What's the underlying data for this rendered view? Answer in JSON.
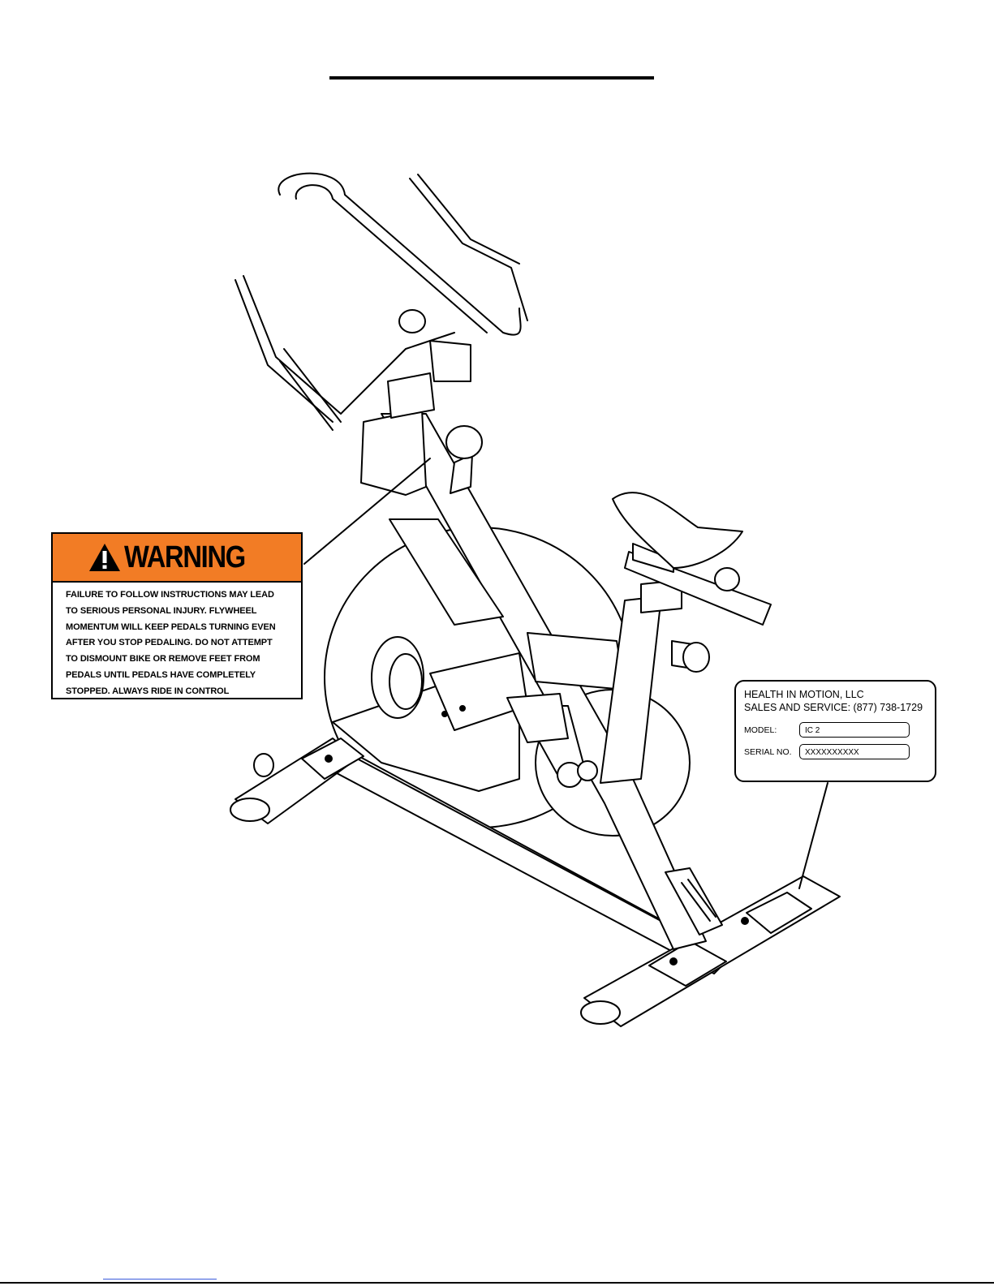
{
  "colors": {
    "warning_accent": "#f27c25",
    "link": "#3b5bdb"
  },
  "warning_label": {
    "icon": "warning-triangle-icon",
    "heading": "WARNING",
    "lines": [
      "FAILURE TO FOLLOW INSTRUCTIONS MAY LEAD",
      "TO SERIOUS PERSONAL INJURY. FLYWHEEL",
      "MOMENTUM WILL KEEP PEDALS TURNING EVEN",
      "AFTER YOU STOP PEDALING. DO NOT ATTEMPT",
      "TO DISMOUNT BIKE OR REMOVE FEET FROM",
      "PEDALS UNTIL PEDALS HAVE COMPLETELY",
      "STOPPED. ALWAYS RIDE IN CONTROL"
    ]
  },
  "info_label": {
    "company": "HEALTH IN MOTION, LLC",
    "service": "SALES AND SERVICE: (877) 738-1729",
    "model_label": "MODEL:",
    "model_value": "IC 2",
    "serial_label": "SERIAL NO.",
    "serial_value": "XXXXXXXXXX"
  }
}
